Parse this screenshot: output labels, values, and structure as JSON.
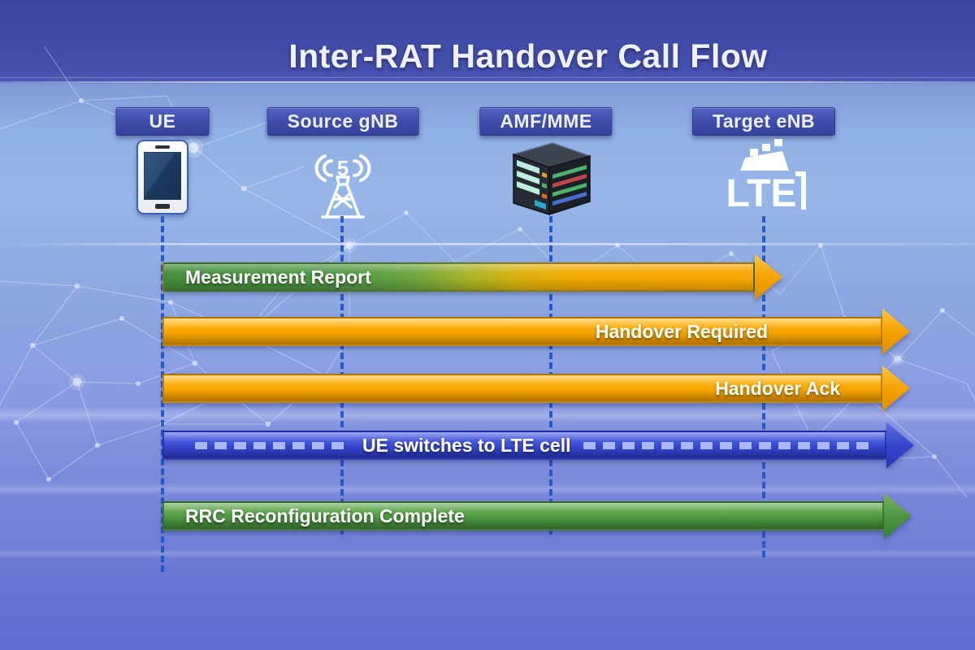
{
  "title": "Inter-RAT Handover Call Flow",
  "entities": [
    {
      "label": "UE",
      "icon": "smartphone-icon"
    },
    {
      "label": "Source gNB",
      "icon": "5g-tower-icon",
      "icon_text": "5"
    },
    {
      "label": "AMF/MME",
      "icon": "core-server-icon"
    },
    {
      "label": "Target eNB",
      "icon": "lte-site-icon",
      "icon_text": "LTE"
    }
  ],
  "messages": [
    {
      "label": "Measurement Report",
      "style": "green-to-orange-gradient",
      "direction": "right"
    },
    {
      "label": "Handover Required",
      "style": "orange",
      "direction": "right"
    },
    {
      "label": "Handover Ack",
      "style": "orange",
      "direction": "right"
    },
    {
      "label": "UE switches to LTE cell",
      "style": "blue-with-dashed-line",
      "direction": "right"
    },
    {
      "label": "RRC Reconfiguration Complete",
      "style": "green",
      "direction": "right"
    }
  ],
  "colors": {
    "background_top": "#3a45a0",
    "background_mid": "#8fabe2",
    "background_bottom": "#5f6dd0",
    "entity_label_bg": "#3e4ba8",
    "lifeline": "#1e55c4",
    "arrow_orange": "#f7a600",
    "arrow_green": "#4a9340",
    "arrow_blue": "#3344cc",
    "arrow_text": "#ffffff"
  }
}
